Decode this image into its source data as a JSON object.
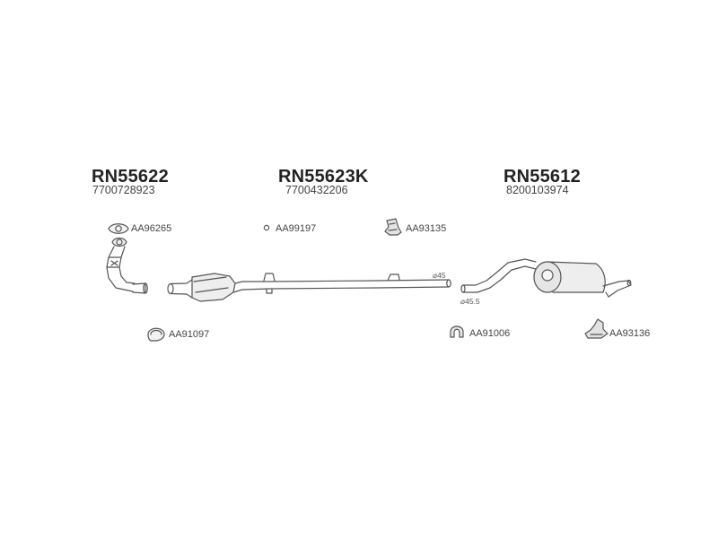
{
  "assemblies": [
    {
      "code": "RN55622",
      "oem": "7700728923"
    },
    {
      "code": "RN55623K",
      "oem": "7700432206"
    },
    {
      "code": "RN55612",
      "oem": "8200103974"
    }
  ],
  "parts": [
    {
      "ref": "AA96265",
      "icon": "gasket-icon"
    },
    {
      "ref": "AA99197",
      "icon": "ring-icon"
    },
    {
      "ref": "AA93135",
      "icon": "bracket-icon"
    },
    {
      "ref": "AA91097",
      "icon": "clamp-icon"
    },
    {
      "ref": "AA91006",
      "icon": "clamp-icon"
    },
    {
      "ref": "AA93136",
      "icon": "bracket-icon"
    }
  ],
  "dimensions": [
    "⌀45",
    "⌀45.5"
  ],
  "colors": {
    "line": "#555555",
    "fill": "#eeeeee",
    "text": "#222222"
  }
}
